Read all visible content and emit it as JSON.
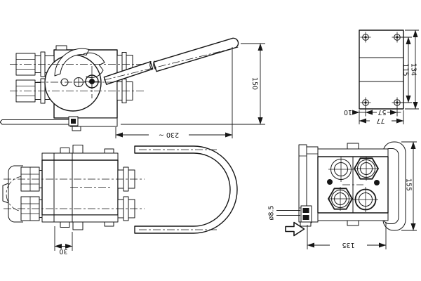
{
  "drawing": {
    "type": "technical-drawing",
    "dimensions": {
      "lever_height": "150",
      "overall_length": "230 ~",
      "plate_hole_span_v": "115",
      "plate_height": "134",
      "plate_edge_offset": "10",
      "plate_hole_span_h": "57",
      "plate_width": "77",
      "body_section_width": "30",
      "mount_hole_diameter": "ø8.5",
      "end_width": "135",
      "end_height": "155"
    },
    "colors": {
      "line": "#161616",
      "background": "#ffffff"
    }
  }
}
